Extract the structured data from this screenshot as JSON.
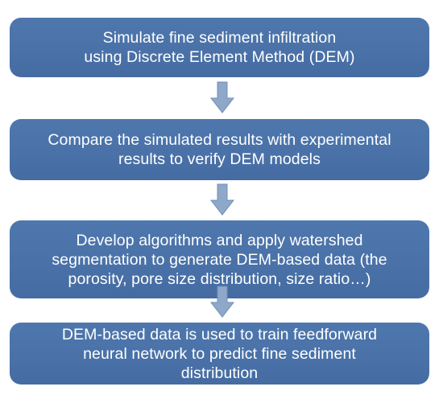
{
  "steps": [
    {
      "text": "Simulate fine sediment infiltration\nusing Discrete Element Method (DEM)"
    },
    {
      "text": "Compare the simulated results with experimental\nresults to verify DEM models"
    },
    {
      "text": "Develop algorithms and apply watershed\nsegmentation to generate DEM-based data (the\nporosity, pore size distribution, size ratio…)"
    },
    {
      "text": "DEM-based data is used to train feedforward\nneural network to predict fine sediment\ndistribution"
    }
  ],
  "colors": {
    "box": "#4a72a8",
    "text": "#ffffff",
    "arrow": "#8ea8c9"
  },
  "icons": {
    "connector": "down-arrow-icon"
  }
}
